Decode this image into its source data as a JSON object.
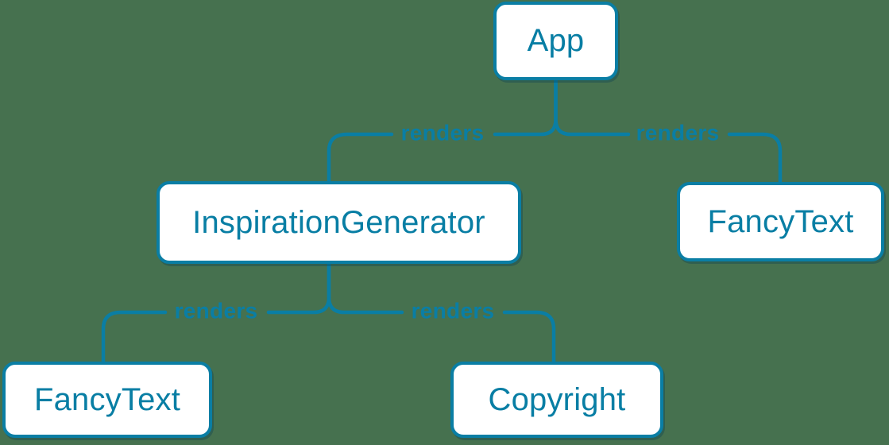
{
  "diagram": {
    "type": "render-tree",
    "colors": {
      "background": "#46714F",
      "node_fill": "#ffffff",
      "node_border": "#0a7ea4",
      "node_text": "#087ea4",
      "edge_line": "#0a7ea4",
      "edge_label_text": "#0a7ea4"
    },
    "nodes": [
      {
        "id": "app",
        "label": "App"
      },
      {
        "id": "inspiration-generator",
        "label": "InspirationGenerator"
      },
      {
        "id": "fancy-text-top-right",
        "label": "FancyText"
      },
      {
        "id": "fancy-text-bottom-left",
        "label": "FancyText"
      },
      {
        "id": "copyright",
        "label": "Copyright"
      }
    ],
    "edges": [
      {
        "from": "App",
        "to": "InspirationGenerator",
        "label": "renders"
      },
      {
        "from": "App",
        "to": "FancyText",
        "label": "renders"
      },
      {
        "from": "InspirationGenerator",
        "to": "FancyText",
        "label": "renders"
      },
      {
        "from": "InspirationGenerator",
        "to": "Copyright",
        "label": "renders"
      }
    ]
  }
}
